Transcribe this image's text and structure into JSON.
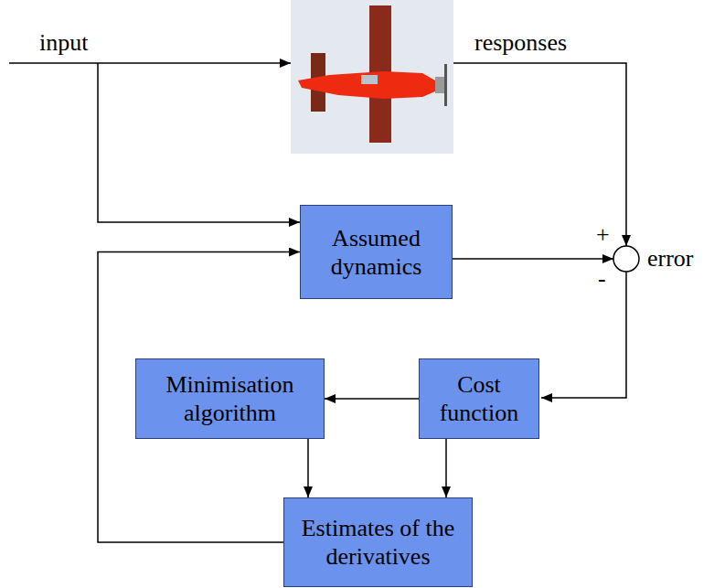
{
  "diagram": {
    "nodes": [
      {
        "text": [
          "Assumed dynamics"
        ]
      },
      {
        "text": [
          "Minimisation algorithm"
        ]
      },
      {
        "text": [
          "Cost function"
        ]
      },
      {
        "text": [
          "Estimates of the derivatives"
        ]
      }
    ],
    "edges": [
      {
        "from": 2,
        "to": 1,
        "arrow": "to"
      },
      {
        "from": 1,
        "to": 3,
        "arrow": "to"
      },
      {
        "from": 2,
        "to": 3,
        "arrow": "to"
      },
      {
        "from": 3,
        "to": 0,
        "arrow": "to"
      }
    ],
    "labels": [
      "input",
      "responses",
      "+",
      "-",
      "error"
    ]
  }
}
